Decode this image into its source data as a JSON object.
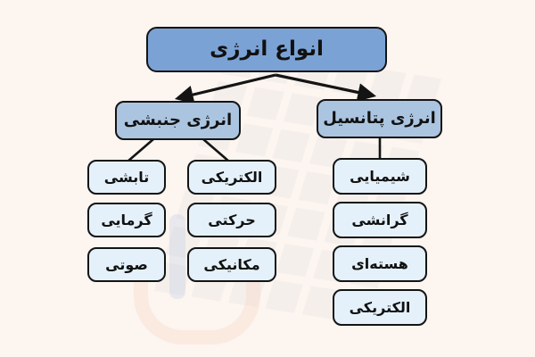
{
  "diagram_title": "انواع انرژی",
  "tree": {
    "root": {
      "label": "انواع انرژی"
    },
    "kinetic": {
      "label": "انرژی جنبشی",
      "children_col1": [
        "تابشی",
        "گرمایی",
        "صوتی"
      ],
      "children_col2": [
        "الکتریکی",
        "حرکتی",
        "مکانیکی"
      ]
    },
    "potential": {
      "label": "انرژی پتانسیل",
      "children": [
        "شیمیایی",
        "گرانشی",
        "هسته‌ای",
        "الکتریکی"
      ]
    }
  },
  "colors": {
    "background": "#FCF5F0",
    "root_fill": "#7BA2D5",
    "branch_fill": "#ABC5E1",
    "leaf_fill": "#E4F1FA",
    "stroke": "#141414",
    "text": "#111111"
  }
}
